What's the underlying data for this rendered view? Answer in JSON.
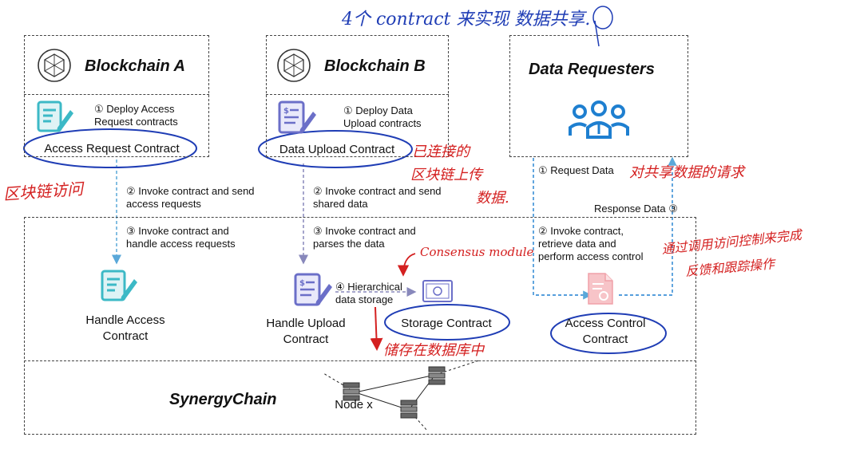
{
  "titles": {
    "chain_a": "Blockchain A",
    "chain_b": "Blockchain B",
    "requesters": "Data Requesters",
    "synergy": "SynergyChain"
  },
  "steps": {
    "deploy_access": "① Deploy Access\nRequest contracts",
    "deploy_upload": "① Deploy Data\nUpload contracts",
    "invoke_send_access": "② Invoke contract and send\naccess requests",
    "invoke_send_shared": "② Invoke contract and send\nshared data",
    "invoke_handle": "③ Invoke contract and\nhandle access requests",
    "invoke_parse": "③ Invoke contract and\nparses the data",
    "hier_storage": "④ Hierarchical\ndata storage",
    "request_data": "① Request Data",
    "response_data": "Response Data ③",
    "invoke_retrieve": "② Invoke contract,\nretrieve data and\nperform access control"
  },
  "contracts": {
    "access_request": "Access Request Contract",
    "data_upload": "Data Upload Contract",
    "handle_access": "Handle Access\nContract",
    "handle_upload": "Handle Upload\nContract",
    "storage": "Storage Contract",
    "access_control": "Access Control\nContract",
    "node": "Node x"
  },
  "annotations": {
    "top_note": "4个 contract 来实现 数据共享.",
    "left_note": "区块链访问",
    "upload_note_1": "已连接的",
    "upload_note_2": "区块链上传",
    "upload_note_3": "数据.",
    "request_note": "对共享数据的请求",
    "consensus_note": "Consensus module",
    "storage_note": "储存在数据库中",
    "access_note_1": "通过调用访问控制来完成",
    "access_note_2": "反馈和跟踪操作"
  },
  "icons": [
    "blockchain-logo-icon",
    "document-edit-icon",
    "invoice-document-icon",
    "user-group-icon",
    "certificate-icon",
    "server-node-icon"
  ],
  "colors": {
    "accent": "#1e7fd0",
    "arrow": "#5aa8d9",
    "ink_red": "#d42020",
    "ink_blue": "#1f3db5",
    "teal": "#3cb9c6",
    "purple": "#6b6fc8",
    "pink": "#f0a0a8"
  }
}
